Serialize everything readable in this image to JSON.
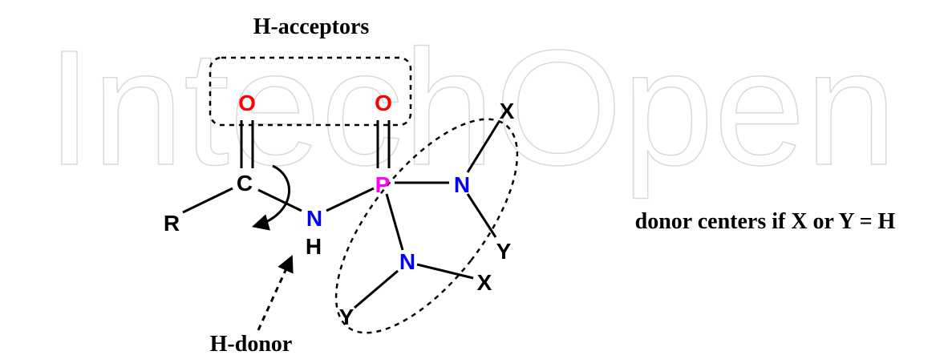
{
  "watermark": {
    "text": "IntechOpen",
    "color": "#d9d9d9"
  },
  "labels": {
    "h_acceptors": "H-acceptors",
    "h_donor": "H-donor",
    "donor_centers": "donor centers if X or Y = H"
  },
  "atoms": {
    "o1": "O",
    "o2": "O",
    "c": "C",
    "r": "R",
    "n_amide": "N",
    "h_amide": "H",
    "p": "P",
    "n_right": "N",
    "n_lower": "N",
    "x_top": "X",
    "y_right": "Y",
    "x_lower": "X",
    "y_lower": "Y"
  },
  "colors": {
    "oxygen": "#ff0000",
    "nitrogen": "#0000ff",
    "phosphorus": "#ff00ff",
    "carbon": "#000000",
    "bond": "#000000"
  }
}
